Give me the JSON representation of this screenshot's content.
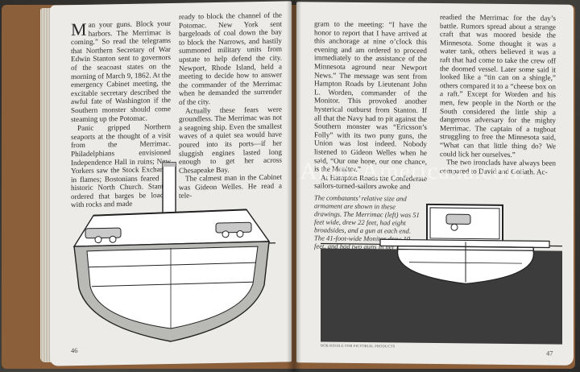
{
  "left_page": {
    "col1": {
      "dropcap": "M",
      "text": "an your guns. Block your harbors. The Merrimac is coming.” So read the telegrams that Northern Secretary of War Edwin Stanton sent to governors of the seacoast states on the morning of March 9, 1862. At the emergency Cabinet meeting, the excitable secretary described the awful fate of Washington if the Southern monster should come steaming up the Potomac.",
      "text2": "Panic gripped Northern seaports at the thought of a visit from the Merrimac. Philadelphians envisioned Independence Hall in ruins; New Yorkers saw the Stock Exchange in flames; Bostonians feared for historic North Church. Stanton ordered that barges be loaded with rocks and made"
    },
    "col2": {
      "text": "ready to block the channel of the Potomac. New York sent bargeloads of coal down the bay to block the Narrows, and hastily summoned military units from upstate to help defend the city. Newport, Rhode Island, held a meeting to decide how to answer the commander of the Merrimac when he demanded the surrender of the city.",
      "text2": "Actually these fears were groundless. The Merrimac was not a seagoing ship. Even the smallest waves of a quiet sea would have poured into its ports—if her sluggish engines lasted long enough to get her across Chesapeake Bay.",
      "text3": "The calmest man in the Cabinet was Gideon Welles. He read a tele-"
    },
    "folio": "46"
  },
  "right_page": {
    "col1": {
      "text": "gram to the meeting: “I have the honor to report that I have arrived at this anchorage at nine o’clock this evening and am ordered to proceed immediately to the assistance of the Minnesota aground near Newport News.” The message was sent from Hampton Roads by Lieutenant John L. Worden, commander of the Monitor. This provoked another hysterical outburst from Stanton. If all that the Navy had to pit against the Southern monster was “Ericsson’s Folly” with its two puny guns, the Union was lost indeed. Nobody listened to Gideon Welles when he said, “Our one hope, our one chance, is the Monitor.”",
      "text2": "At Hampton Roads the Confederate sailors-turned-sailors awoke and"
    },
    "col2": {
      "text": "readied the Merrimac for the day’s battle. Rumors spread about a strange craft that was moored beside the Minnesota. Some thought it was a water tank, others believed it was a raft that had come to take the crew off the doomed vessel. Later some said it looked like a “tin can on a shingle,” others compared it to a “cheese box on a raft.” Except for Worden and his men, few people in the North or the South considered the little ship a dangerous adversary for the mighty Merrimac. The captain of a tugboat struggling to free the Minnesota said, “What can that little thing do? We could lick her ourselves.”",
      "text2": "The two ironclads have always been compared to David and Goliath. Ac-"
    },
    "caption": "The combatants’ relative size and armament are shown in these drawings. The Merrimac (left) was 51 feet wide, drew 22 feet, had eight broadsides, and a gun at each end. The 41-foot-wide Monitor drew 10 feet, and had two guns in her turret.",
    "credit": "BOB RIDDLE FOR PICTORIAL PRODUCTS",
    "folio": "47"
  },
  "watermark": "AkinsAmericana.com"
}
